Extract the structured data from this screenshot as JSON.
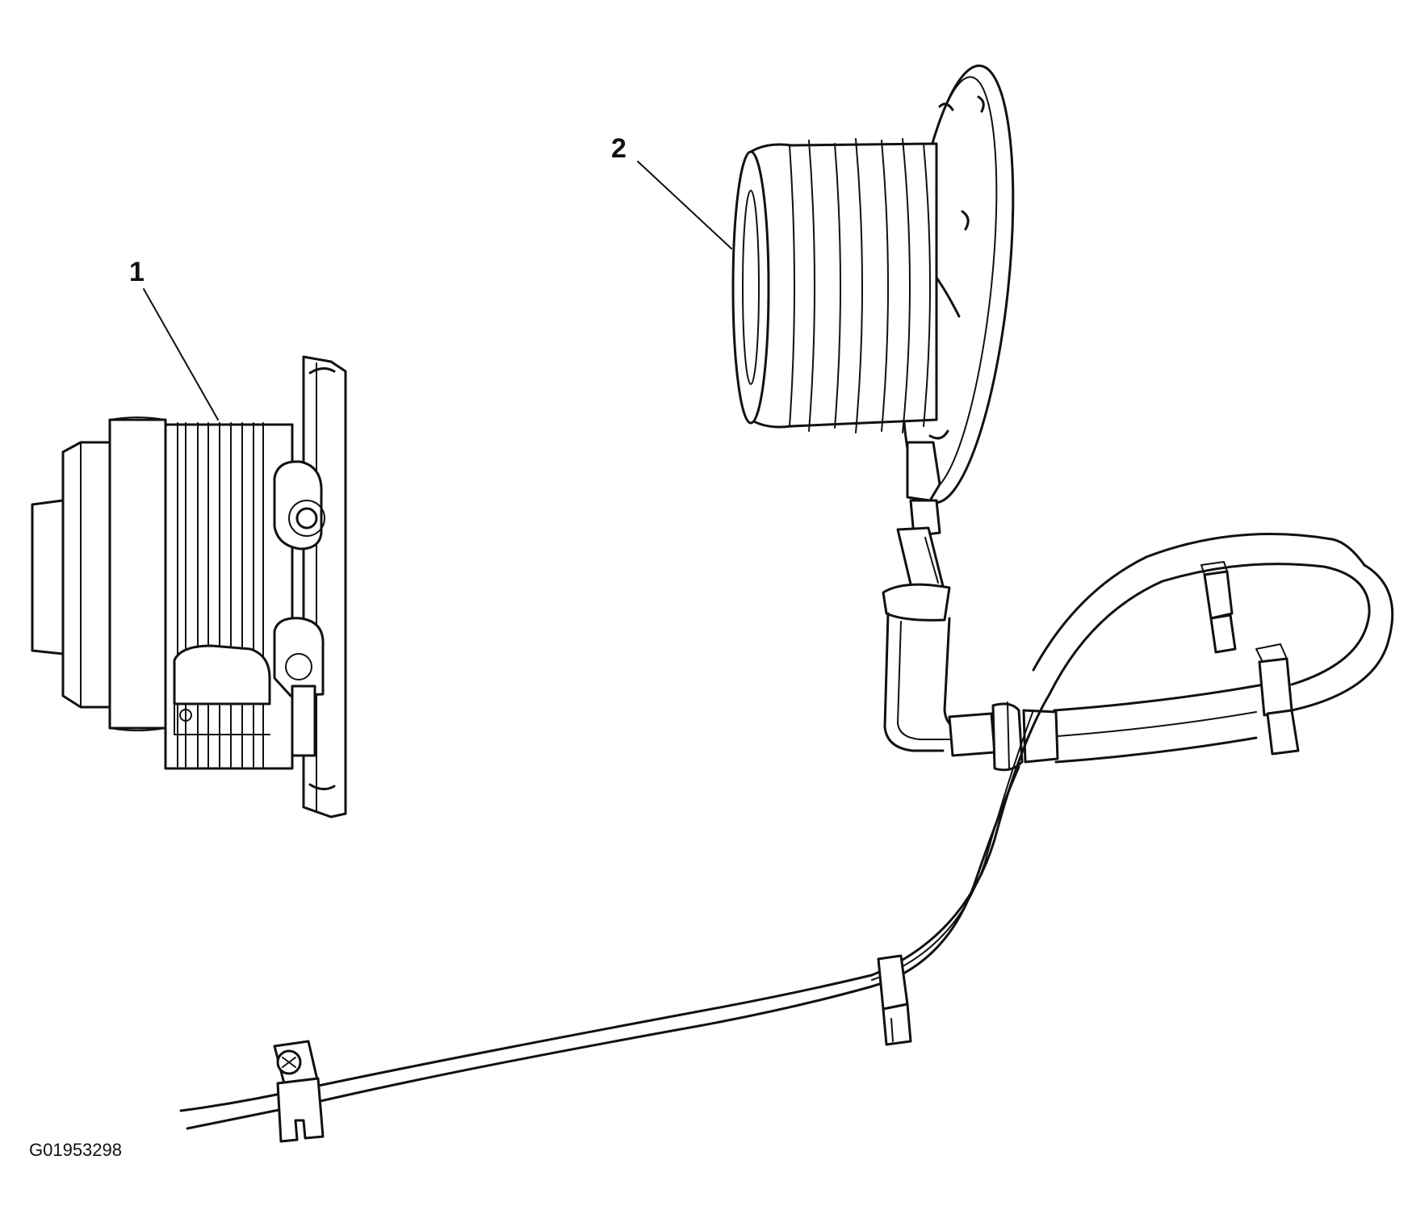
{
  "callouts": [
    {
      "id": "1"
    },
    {
      "id": "2"
    }
  ],
  "figure_code": "G01953298"
}
